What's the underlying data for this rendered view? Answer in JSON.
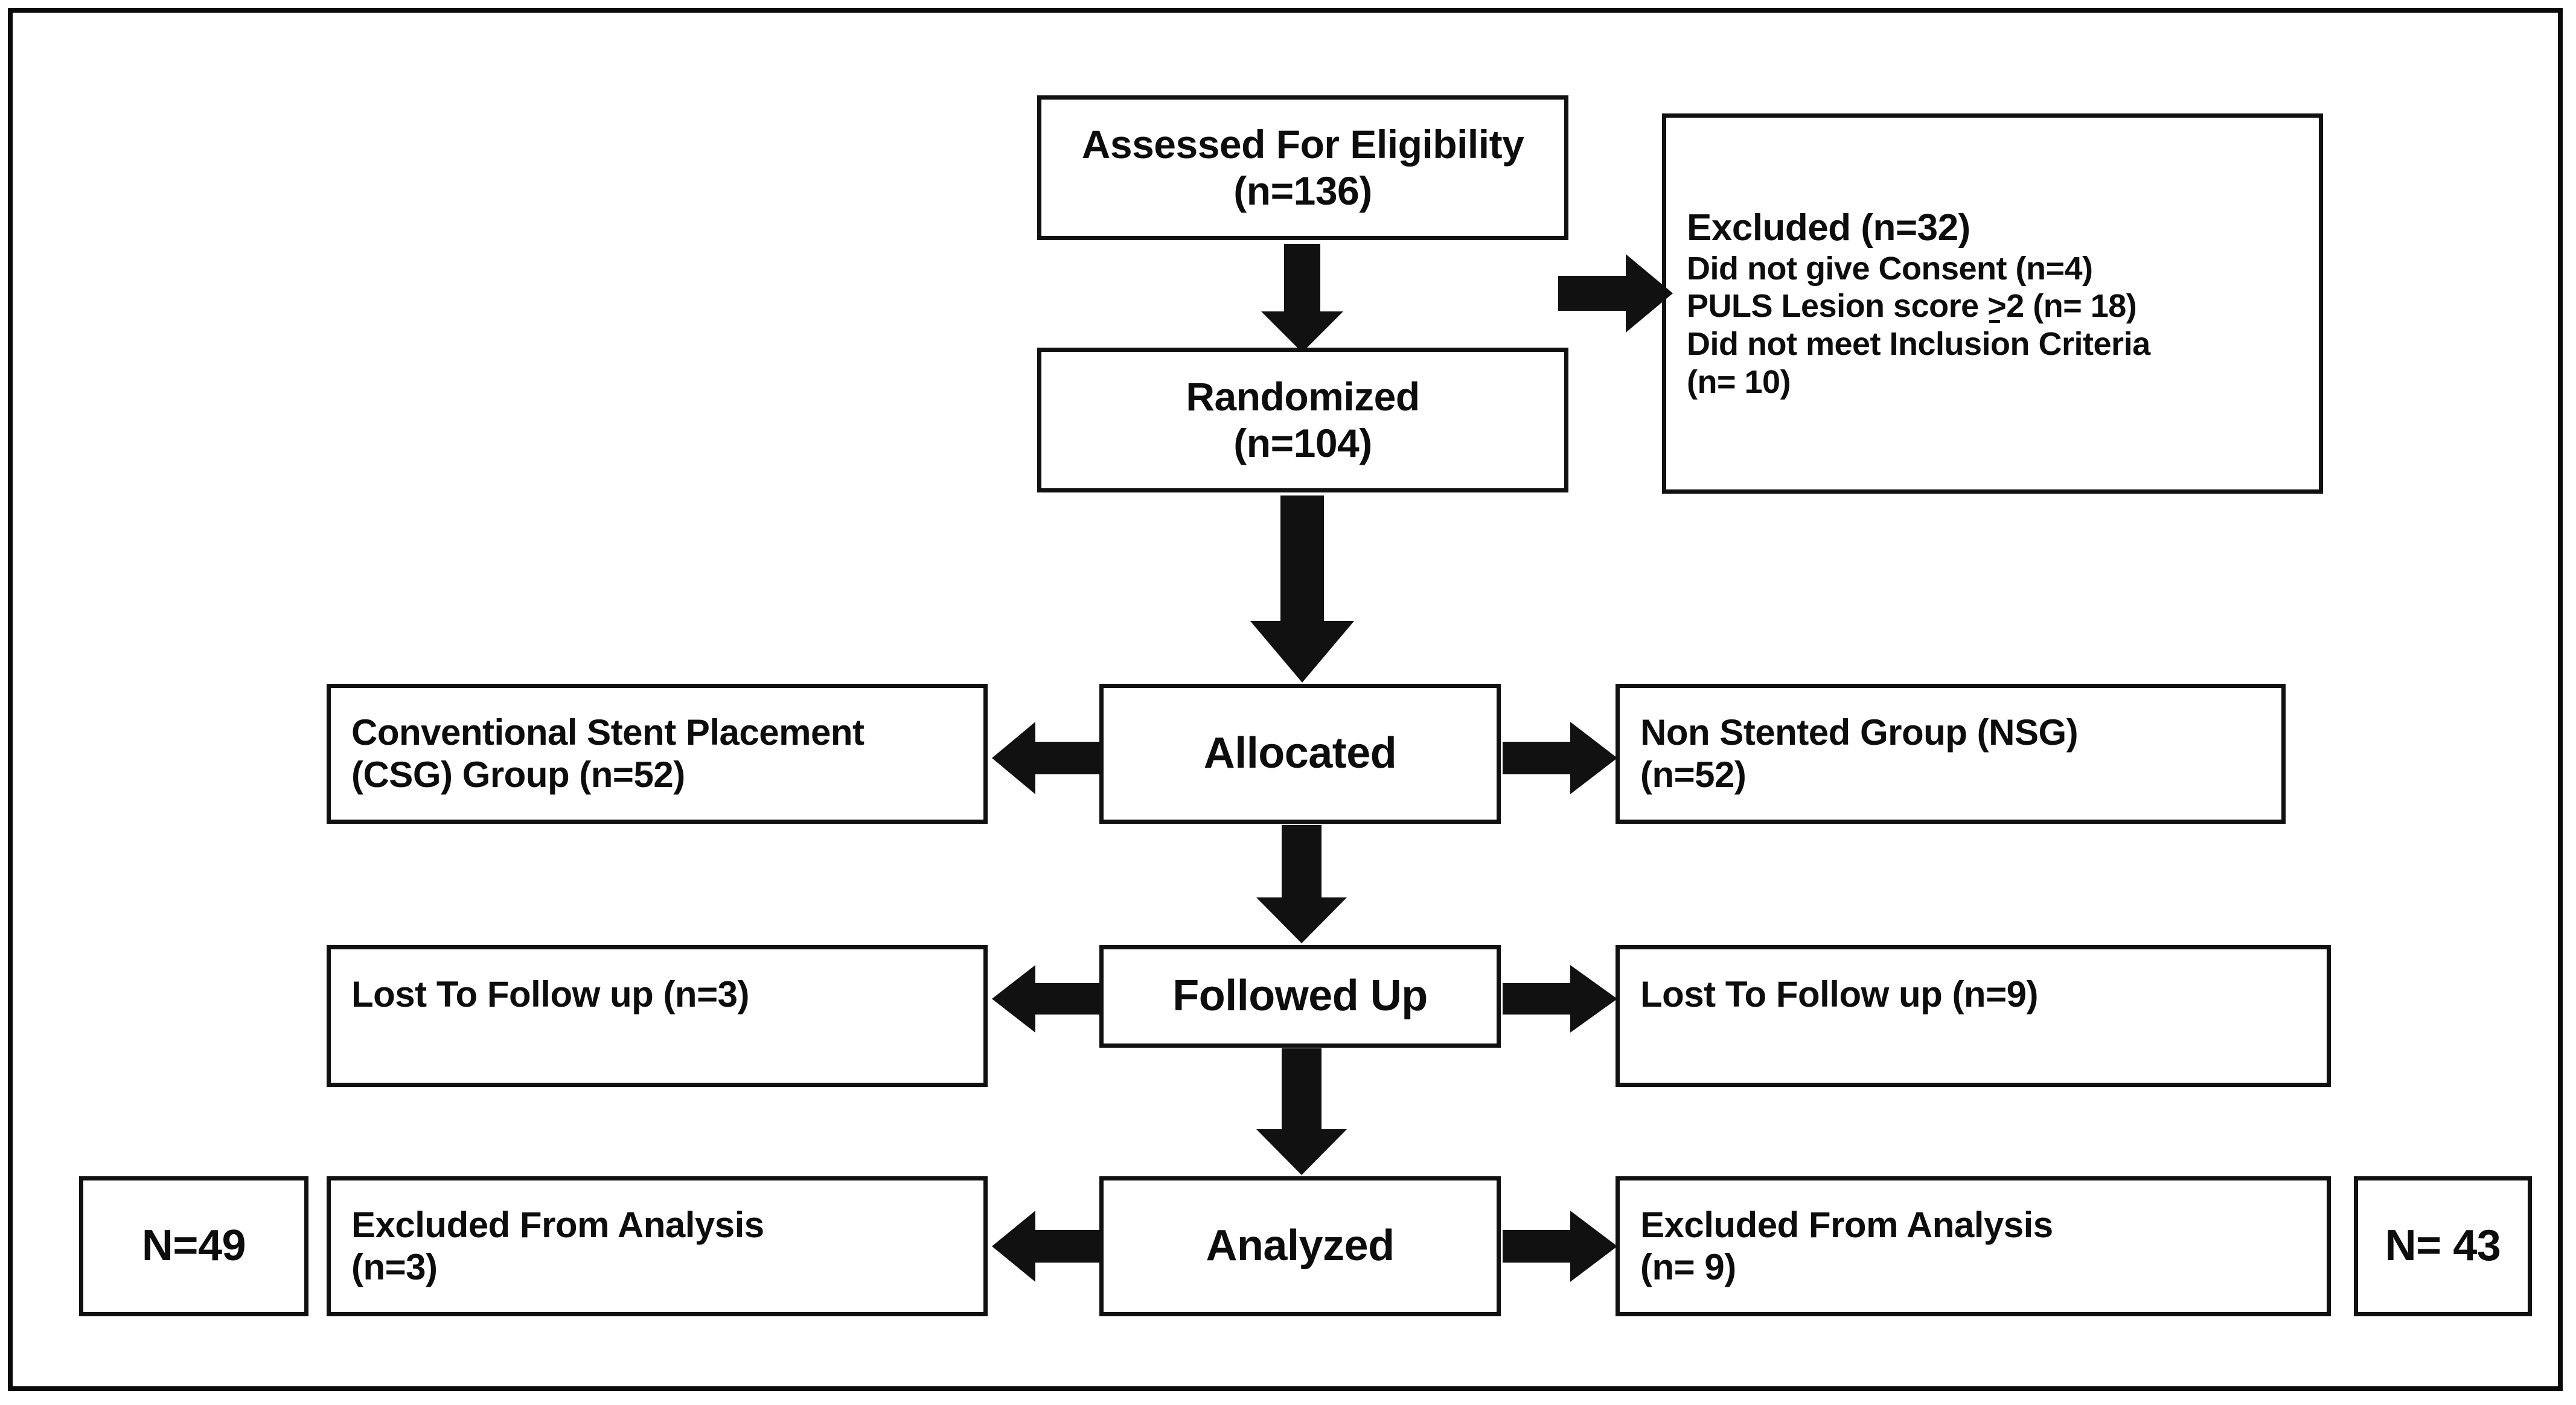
{
  "diagram": {
    "title": "CONSORT participant flow diagram",
    "frame_color": "#0a0a0a",
    "box_border_color": "#111111",
    "background_color": "#ffffff",
    "arrow_color": "#111111"
  },
  "nodes": {
    "assessed": {
      "line1": "Assessed For Eligibility",
      "line2": "(n=136)"
    },
    "excluded": {
      "line1": "Excluded (n=32)",
      "line2": "Did not give Consent  (n=4)",
      "line3_pre": "PULS Lesion score ",
      "line3_geq": ">",
      "line3_post": "2  (n= 18)",
      "line3_full": "PULS Lesion score ≥2  (n= 18)",
      "line4": "Did not meet Inclusion Criteria",
      "line5": "(n= 10)"
    },
    "randomized": {
      "line1": "Randomized",
      "line2": "(n=104)"
    },
    "allocated": {
      "line1": "Allocated"
    },
    "csg": {
      "line1": "Conventional Stent Placement",
      "line2": "(CSG) Group (n=52)"
    },
    "nsg": {
      "line1": "Non Stented Group (NSG)",
      "line2": "(n=52)"
    },
    "followed_up": {
      "line1": "Followed Up"
    },
    "lost_left": {
      "line1": "Lost To Follow up (n=3)"
    },
    "lost_right": {
      "line1": "Lost To Follow up (n=9)"
    },
    "analyzed": {
      "line1": "Analyzed"
    },
    "excluded_analysis_left": {
      "line1": "Excluded From Analysis",
      "line2": "(n=3)"
    },
    "excluded_analysis_right": {
      "line1": "Excluded From Analysis",
      "line2": "(n= 9)"
    },
    "total_left": {
      "line1": "N=49"
    },
    "total_right": {
      "line1": "N= 43"
    }
  },
  "flow": {
    "edges": [
      {
        "from": "assessed",
        "to": "randomized",
        "direction": "down"
      },
      {
        "from": "assessed",
        "to": "excluded",
        "direction": "right"
      },
      {
        "from": "randomized",
        "to": "allocated",
        "direction": "down"
      },
      {
        "from": "allocated",
        "to": "csg",
        "direction": "left"
      },
      {
        "from": "allocated",
        "to": "nsg",
        "direction": "right"
      },
      {
        "from": "allocated",
        "to": "followed_up",
        "direction": "down"
      },
      {
        "from": "followed_up",
        "to": "lost_left",
        "direction": "left"
      },
      {
        "from": "followed_up",
        "to": "lost_right",
        "direction": "right"
      },
      {
        "from": "followed_up",
        "to": "analyzed",
        "direction": "down"
      },
      {
        "from": "analyzed",
        "to": "excluded_analysis_left",
        "direction": "left"
      },
      {
        "from": "analyzed",
        "to": "excluded_analysis_right",
        "direction": "right"
      }
    ]
  }
}
